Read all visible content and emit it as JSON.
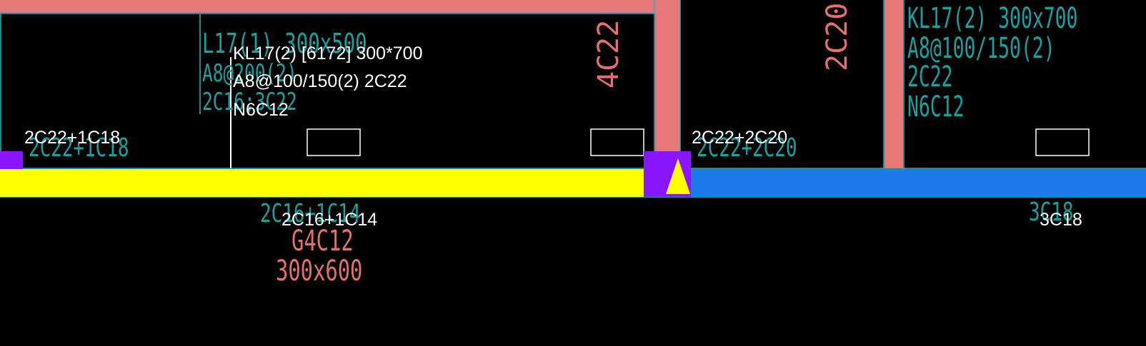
{
  "drawing": {
    "colors": {
      "background": "#000000",
      "wall": "#e87878",
      "outline": "#1fb8c6",
      "beam_selected": "#ffff00",
      "beam_other": "#1e7bea",
      "support": "#8a16ff",
      "teal_text": "#17a2a2",
      "red_text": "#e36f6f",
      "white_text": "#ffffff"
    },
    "white_labels": {
      "beam_name": "KL17(2) [6172] 300*700",
      "stirrup_and_top": "A8@100/150(2) 2C22",
      "side_bars": "N6C12",
      "left_support_top": "2C22+1C18",
      "mid_support_top": "2C22+2C20",
      "span1_bottom": "2C16+1C14",
      "span2_bottom": "3C18"
    },
    "teal_annotations": {
      "left_beam_line1": "L17(1) 300x500",
      "left_beam_line2": "A8@200(2)",
      "left_beam_line3": "2C16;3C22",
      "left_support": "2C22+1C18",
      "mid_support": "2C22+2C20",
      "span1_bottom": "2C16+1C14",
      "span2_bottom": "3C18",
      "right_beam_line1": "KL17(2) 300x700",
      "right_beam_line2": "A8@100/150(2)",
      "right_beam_line3": "2C22",
      "right_beam_line4": "N6C12"
    },
    "red_annotations": {
      "column_vertical_1": "4C22",
      "column_vertical_2": "2C20",
      "girder_bars": "G4C12",
      "girder_size": "300x600"
    }
  }
}
